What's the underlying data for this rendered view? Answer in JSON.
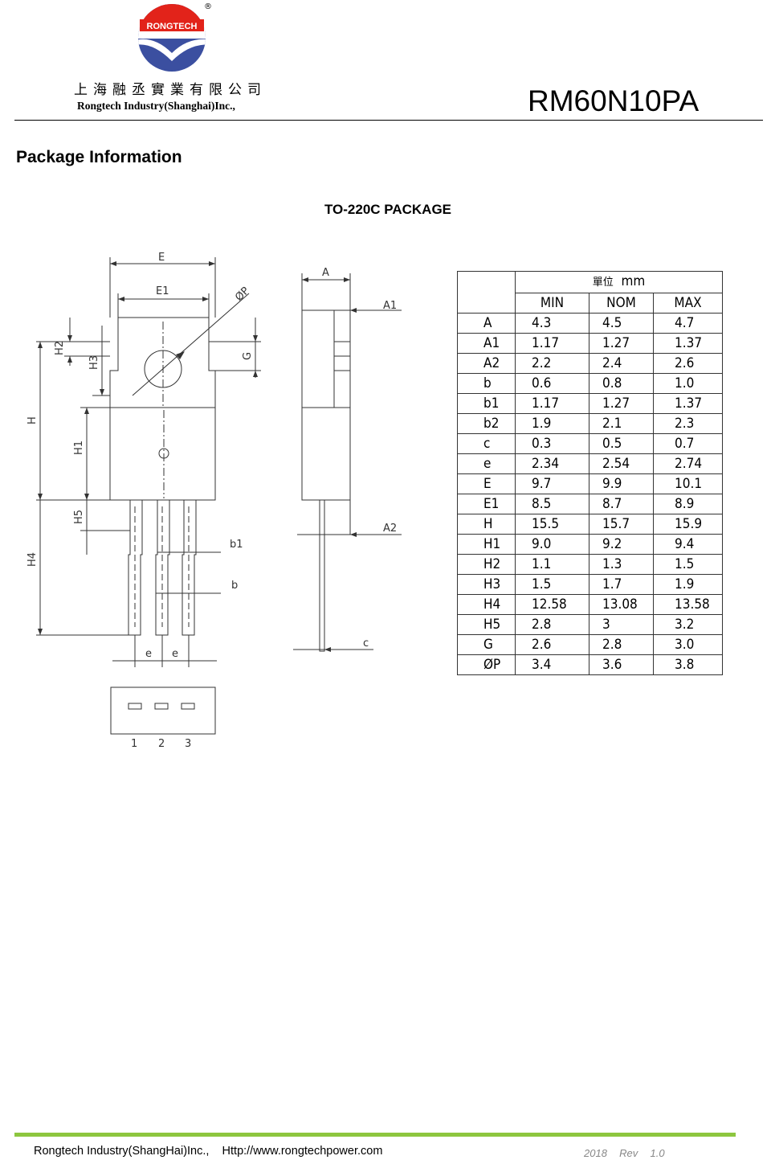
{
  "header": {
    "logo_text": "RONGTECH",
    "registered_mark": "®",
    "company_cn": "上海融丞實業有限公司",
    "company_en": "Rongtech Industry(Shanghai)Inc.,",
    "part_number": "RM60N10PA"
  },
  "section_title": "Package Information",
  "package_title": "TO-220C PACKAGE",
  "drawing_labels": {
    "E": "E",
    "E1": "E1",
    "phiP": "ØP",
    "H2": "H2",
    "H3": "H3",
    "G": "G",
    "H": "H",
    "H1": "H1",
    "H5": "H5",
    "H4": "H4",
    "b1": "b1",
    "b": "b",
    "e1": "e",
    "e2": "e",
    "A": "A",
    "A1": "A1",
    "A2": "A2",
    "c": "c",
    "pin1": "1",
    "pin2": "2",
    "pin3": "3"
  },
  "table": {
    "unit_label": "單位",
    "unit": "mm",
    "columns": [
      "MIN",
      "NOM",
      "MAX"
    ],
    "rows": [
      {
        "sym": "A",
        "min": "4.3",
        "nom": "4.5",
        "max": "4.7"
      },
      {
        "sym": "A1",
        "min": "1.17",
        "nom": "1.27",
        "max": "1.37"
      },
      {
        "sym": "A2",
        "min": "2.2",
        "nom": "2.4",
        "max": "2.6"
      },
      {
        "sym": "b",
        "min": "0.6",
        "nom": "0.8",
        "max": "1.0"
      },
      {
        "sym": "b1",
        "min": "1.17",
        "nom": "1.27",
        "max": "1.37"
      },
      {
        "sym": "b2",
        "min": "1.9",
        "nom": "2.1",
        "max": "2.3"
      },
      {
        "sym": "c",
        "min": "0.3",
        "nom": "0.5",
        "max": "0.7"
      },
      {
        "sym": "e",
        "min": "2.34",
        "nom": "2.54",
        "max": "2.74"
      },
      {
        "sym": "E",
        "min": "9.7",
        "nom": "9.9",
        "max": "10.1"
      },
      {
        "sym": "E1",
        "min": "8.5",
        "nom": "8.7",
        "max": "8.9"
      },
      {
        "sym": "H",
        "min": "15.5",
        "nom": "15.7",
        "max": "15.9"
      },
      {
        "sym": "H1",
        "min": "9.0",
        "nom": "9.2",
        "max": "9.4"
      },
      {
        "sym": "H2",
        "min": "1.1",
        "nom": "1.3",
        "max": "1.5"
      },
      {
        "sym": "H3",
        "min": "1.5",
        "nom": "1.7",
        "max": "1.9"
      },
      {
        "sym": "H4",
        "min": "12.58",
        "nom": "13.08",
        "max": "13.58"
      },
      {
        "sym": "H5",
        "min": "2.8",
        "nom": "3",
        "max": "3.2"
      },
      {
        "sym": "G",
        "min": "2.6",
        "nom": "2.8",
        "max": "3.0"
      },
      {
        "sym": "ØP",
        "min": "3.4",
        "nom": "3.6",
        "max": "3.8"
      }
    ]
  },
  "footer": {
    "company_url": "Rongtech Industry(ShangHai)Inc.,    Http://www.rongtechpower.com",
    "revision": "2018  Rev  1.0"
  },
  "colors": {
    "logo_red": "#e2231a",
    "logo_blue": "#3b4fa0",
    "footer_green": "#8dc63f"
  }
}
